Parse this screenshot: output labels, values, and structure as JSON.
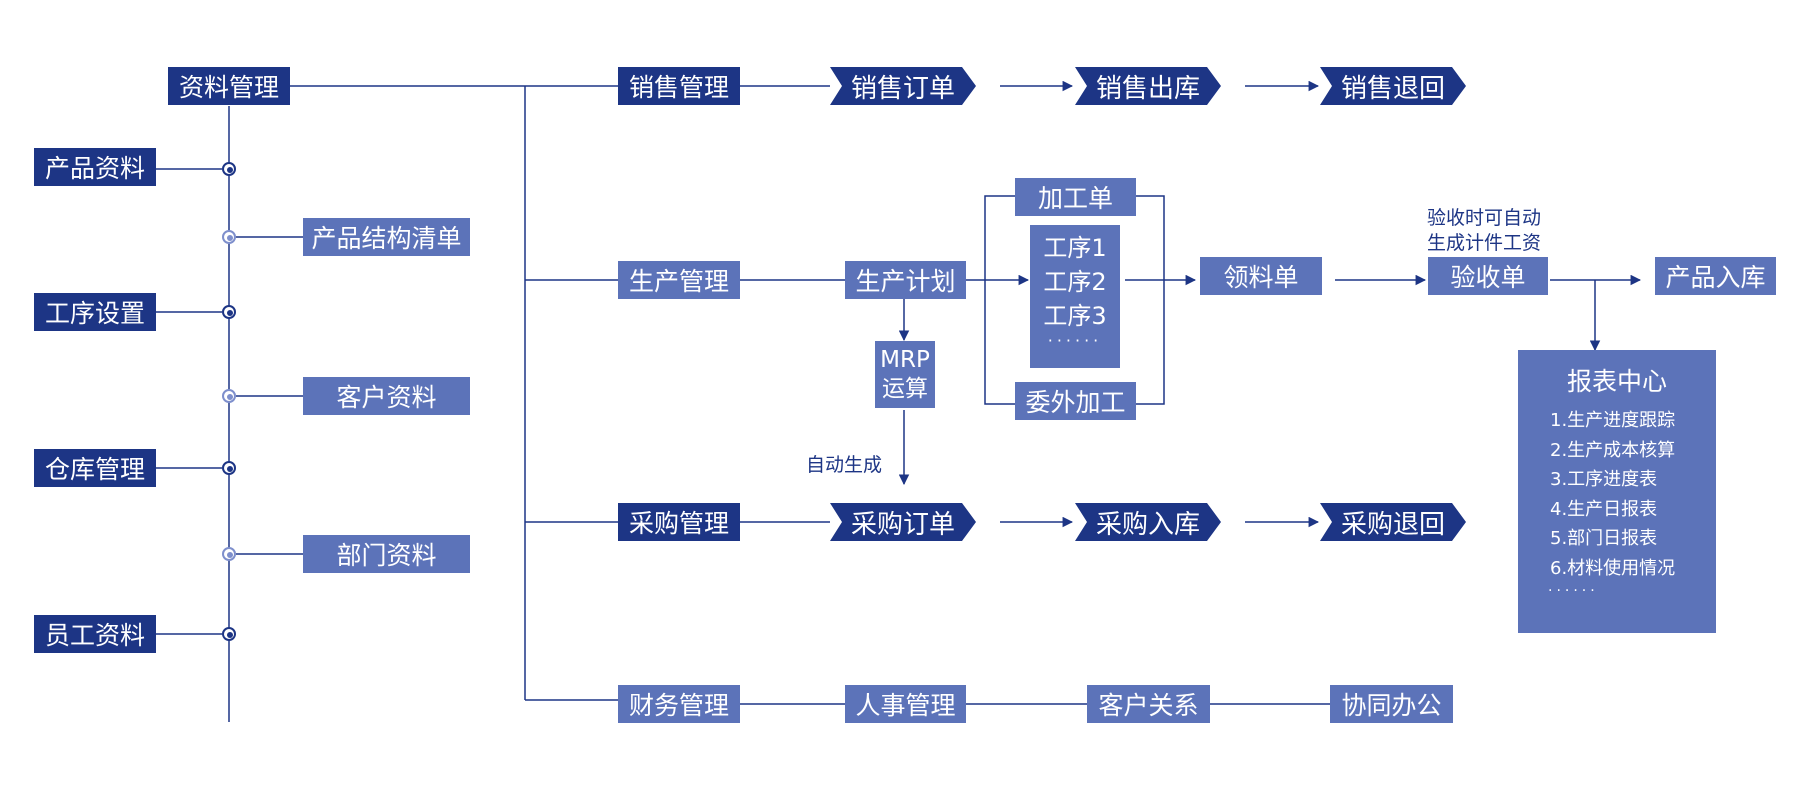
{
  "colors": {
    "dark_blue": "#1d3585",
    "light_blue": "#5c73b9",
    "line": "#1d3585"
  },
  "left": {
    "root": "资料管理",
    "product": "产品资料",
    "bom": "产品结构清单",
    "process_setup": "工序设置",
    "customer": "客户资料",
    "warehouse": "仓库管理",
    "department": "部门资料",
    "staff": "员工资料"
  },
  "sales": {
    "label": "销售管理",
    "order": "销售订单",
    "outbound": "销售出库",
    "return": "销售退回"
  },
  "production": {
    "label": "生产管理",
    "plan": "生产计划",
    "work_order": "加工单",
    "steps": [
      "工序1",
      "工序2",
      "工序3"
    ],
    "steps_more": "······",
    "outsource": "委外加工",
    "material_requisition": "领料单",
    "acceptance": "验收单",
    "acceptance_note": [
      "验收时可自动",
      "生成计件工资"
    ],
    "stock_in": "产品入库",
    "mrp": [
      "MRP",
      "运算"
    ],
    "auto_generate": "自动生成"
  },
  "purchase": {
    "label": "采购管理",
    "order": "采购订单",
    "inbound": "采购入库",
    "return": "采购退回"
  },
  "finance": {
    "label": "财务管理",
    "hr": "人事管理",
    "crm": "客户关系",
    "collab": "协同办公"
  },
  "report_center": {
    "title": "报表中心",
    "items": [
      "1.生产进度跟踪",
      "2.生产成本核算",
      "3.工序进度表",
      "4.生产日报表",
      "5.部门日报表",
      "6.材料使用情况"
    ],
    "more": "······"
  }
}
